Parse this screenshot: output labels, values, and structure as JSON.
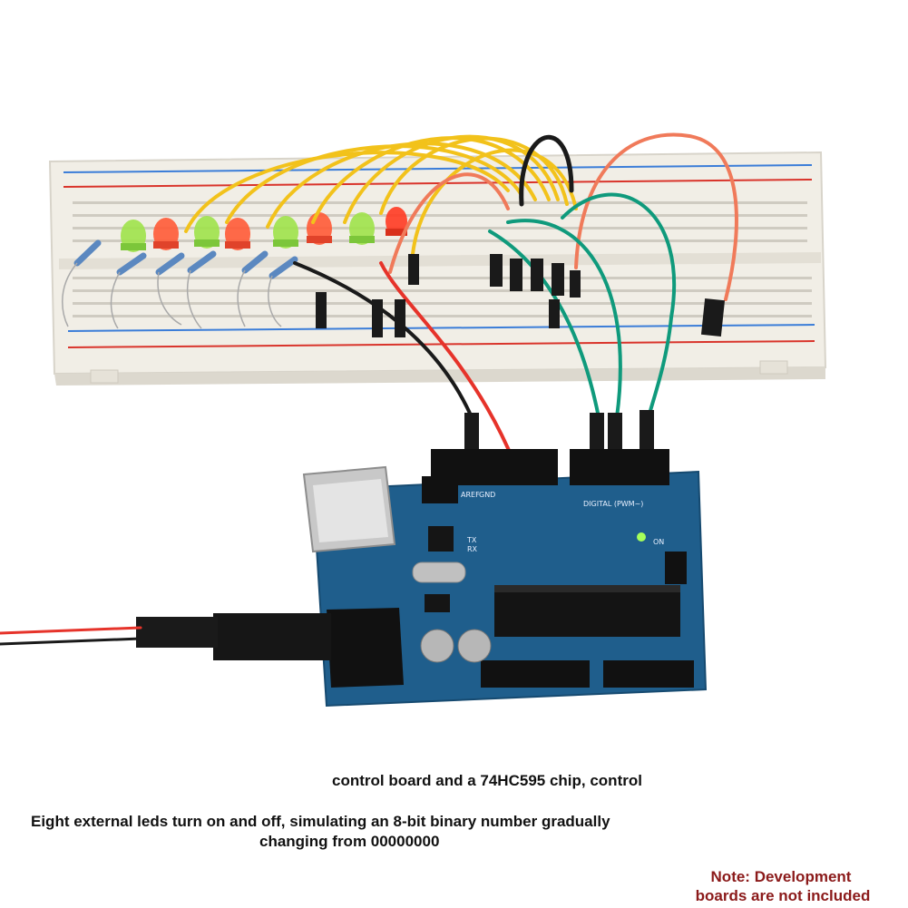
{
  "caption": {
    "line1": "control board and a 74HC595 chip, control",
    "line2": "Eight external leds turn on and off, simulating an 8-bit binary number gradually",
    "line3": "changing from 00000000"
  },
  "note": {
    "line1": "Note: Development",
    "line2": "boards are not included"
  },
  "board": {
    "digital_label": "DIGITAL (PWM~)",
    "on_label": "ON",
    "aref_label": "AREF",
    "gnd_label": "GND",
    "tx_label": "TX",
    "rx_label": "RX"
  },
  "colors": {
    "board": "#1f5e8c",
    "breadboard": "#f2efe6",
    "wire_yellow": "#f2c21b",
    "wire_red": "#e6332a",
    "wire_black": "#1a1a1a",
    "wire_orange": "#f07a5a",
    "wire_green": "#0f9a7c",
    "note_text": "#8b1a1a"
  }
}
